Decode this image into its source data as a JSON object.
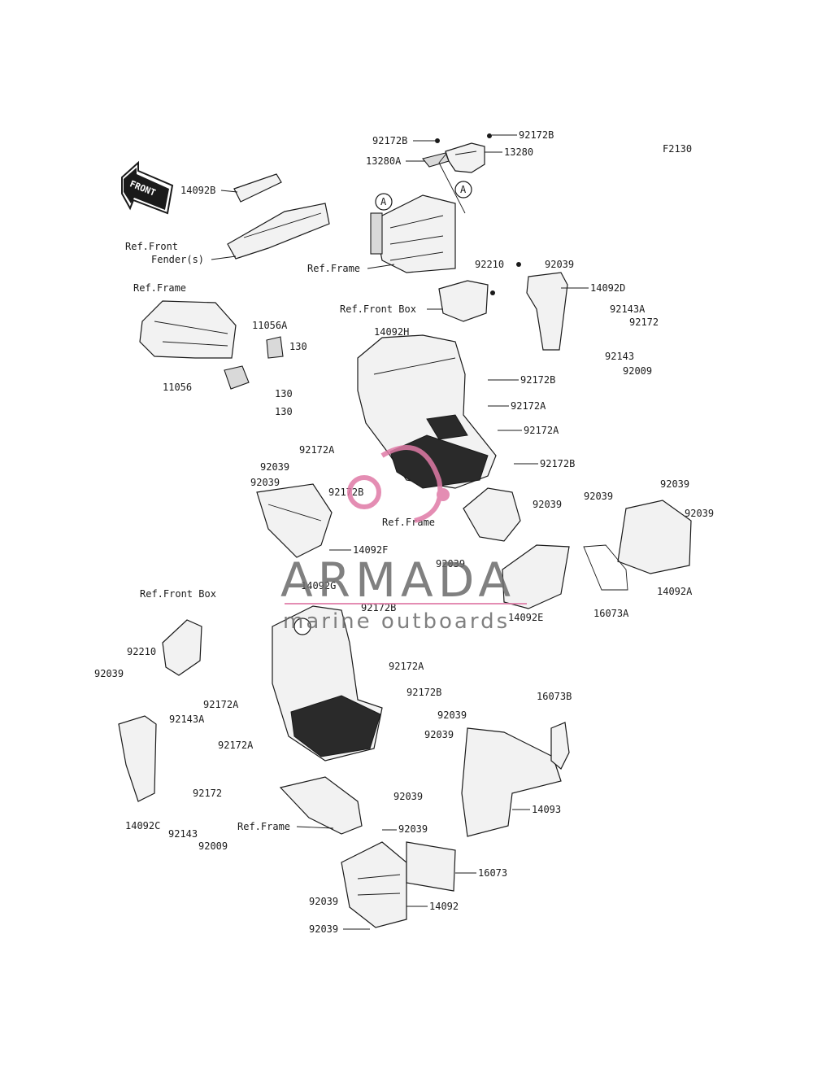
{
  "diagram": {
    "code": "F2130",
    "front_arrow_label": "FRONT",
    "callouts": {
      "a1": "A",
      "a2": "A"
    },
    "labels": [
      "92172B",
      "92172B",
      "13280A",
      "13280",
      "14092B",
      "Ref.Front",
      "Fender(s)",
      "Ref.Frame",
      "92210",
      "92039",
      "14092D",
      "Ref.Front Box",
      "92143A",
      "92172",
      "Ref.Frame",
      "11056A",
      "130",
      "11056",
      "130",
      "130",
      "92143",
      "92009",
      "14092H",
      "92172B",
      "92172A",
      "92172A",
      "92172A",
      "92172B",
      "92039",
      "92039",
      "92172B",
      "Ref.Frame",
      "14092F",
      "92039",
      "92039",
      "92039",
      "92039",
      "92039",
      "14092A",
      "16073A",
      "14092G",
      "92172B",
      "14092E",
      "Ref.Front Box",
      "92172A",
      "92210",
      "92172B",
      "92039",
      "92172A",
      "16073B",
      "92143A",
      "92039",
      "92172A",
      "92039",
      "92172",
      "92039",
      "14093",
      "14092C",
      "92143",
      "Ref.Frame",
      "92039",
      "92009",
      "16073",
      "92039",
      "14092",
      "92039"
    ]
  },
  "watermark": {
    "brand": "ARMADA",
    "tagline": "marine outboards",
    "brand_color": "#6b6b6b",
    "accent_color": "#e07aa6"
  }
}
